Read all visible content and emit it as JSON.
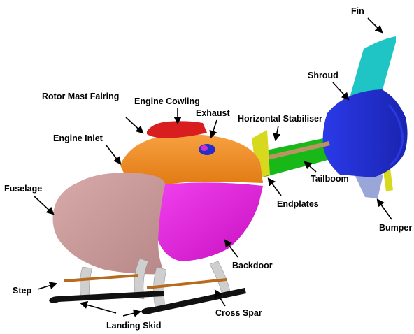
{
  "labels": {
    "fin": "Fin",
    "shroud": "Shroud",
    "rotor_mast_fairing": "Rotor Mast Fairing",
    "engine_cowling": "Engine Cowling",
    "exhaust": "Exhaust",
    "horizontal_stabiliser": "Horizontal Stabiliser",
    "engine_inlet": "Engine Inlet",
    "fuselage": "Fuselage",
    "tailboom": "Tailboom",
    "endplates": "Endplates",
    "bumper": "Bumper",
    "backdoor": "Backdoor",
    "step": "Step",
    "cross_spar": "Cross Spar",
    "landing_skid": "Landing Skid"
  },
  "component_colors": {
    "fin": "#1fc4c4",
    "shroud": "#2230d8",
    "engine_cowling": "#d81e1e",
    "cabin_upper": "#f08a1e",
    "tailboom": "#18b818",
    "endplates": "#d8d81e",
    "fuselage": "#c99c9c",
    "backdoor": "#e81ee0",
    "bumper": "#9aa6d8",
    "cross_spar": "#b86a1e",
    "landing_skid": "#111111",
    "skid_legs": "#cfcfcf"
  }
}
